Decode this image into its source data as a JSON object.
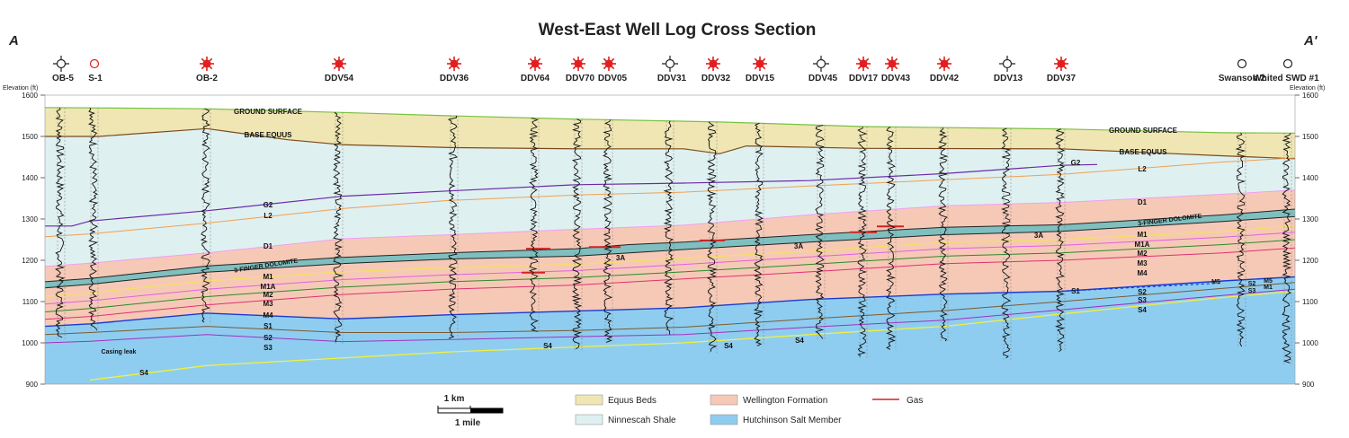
{
  "title": "West-East Well Log Cross Section",
  "section_end_left": "A",
  "section_end_right": "A'",
  "axis": {
    "left_label": "Elevation (ft)",
    "right_label": "Elevation (ft)",
    "ticks": [
      1600,
      1500,
      1400,
      1300,
      1200,
      1100,
      1000,
      900
    ]
  },
  "wells": [
    {
      "name": "OB-5",
      "symbol": "dry-hole-icon"
    },
    {
      "name": "S-1",
      "symbol": "location-icon"
    },
    {
      "name": "OB-2",
      "symbol": "gas-well-icon"
    },
    {
      "name": "DDV54",
      "symbol": "gas-well-icon"
    },
    {
      "name": "DDV36",
      "symbol": "gas-well-icon"
    },
    {
      "name": "DDV64",
      "symbol": "gas-well-icon"
    },
    {
      "name": "DDV70",
      "symbol": "gas-well-icon"
    },
    {
      "name": "DDV05",
      "symbol": "gas-well-icon"
    },
    {
      "name": "DDV31",
      "symbol": "dry-hole-icon"
    },
    {
      "name": "DDV32",
      "symbol": "gas-well-icon"
    },
    {
      "name": "DDV15",
      "symbol": "gas-well-icon"
    },
    {
      "name": "DDV45",
      "symbol": "dry-hole-icon"
    },
    {
      "name": "DDV17",
      "symbol": "gas-well-icon"
    },
    {
      "name": "DDV43",
      "symbol": "gas-well-icon"
    },
    {
      "name": "DDV42",
      "symbol": "gas-well-icon"
    },
    {
      "name": "DDV13",
      "symbol": "dry-hole-icon"
    },
    {
      "name": "DDV37",
      "symbol": "gas-well-icon"
    },
    {
      "name": "Swanson 2",
      "symbol": "location-icon"
    },
    {
      "name": "Whited SWD #1",
      "symbol": "location-icon"
    }
  ],
  "horizon_labels": {
    "ground_surface": "GROUND SURFACE",
    "base_equus": "BASE EQUUS",
    "g2": "G2",
    "l2": "L2",
    "d1": "D1",
    "three_finger": "3-FINGER DOLOMITE",
    "m1": "M1",
    "m1a": "M1A",
    "m2": "M2",
    "m3": "M3",
    "m4": "M4",
    "m5": "M5",
    "s1": "S1",
    "s2": "S2",
    "s3": "S3",
    "s4": "S4",
    "three_a": "3A",
    "casing_leak": "Casing leak"
  },
  "scale_bar": {
    "km": "1 km",
    "mile": "1 mile"
  },
  "legend": [
    {
      "label": "Equus Beds",
      "color": "#efe6b3",
      "kind": "fill"
    },
    {
      "label": "Ninnescah Shale",
      "color": "#dff0f1",
      "kind": "fill"
    },
    {
      "label": "Wellington Formation",
      "color": "#f6c9b7",
      "kind": "fill"
    },
    {
      "label": "Hutchinson Salt Member",
      "color": "#8fcdf0",
      "kind": "fill"
    },
    {
      "label": "Gas",
      "color": "#d62020",
      "kind": "line"
    }
  ],
  "colors": {
    "equus": "#efe6b3",
    "ninnescah": "#dff0f1",
    "wellington": "#f6c9b7",
    "salt": "#8fcdf0",
    "dolomite": "#7fbfbf",
    "ground_line": "#7ac142",
    "base_equus_line": "#7a4a1e",
    "g2_line": "#6a2aa8",
    "l2_line": "#f0a050",
    "d1_line": "#f0a0f0",
    "m1_line": "#d0209a",
    "m1a_line": "#f4e060",
    "m2_line": "#e060e0",
    "m3_line": "#2a8a2a",
    "m4_line": "#e03070",
    "s1_line": "#1a3ad0",
    "s2_line": "#7a5a30",
    "s3_line": "#a030c0",
    "s4_line": "#f0f040",
    "gas": "#d62020"
  }
}
